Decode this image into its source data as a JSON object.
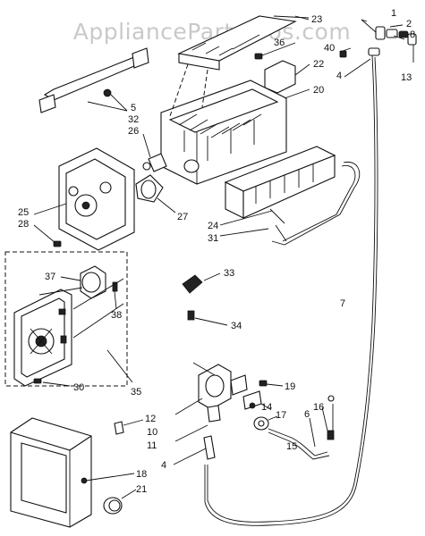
{
  "watermark": "AppliancePartsPros.com",
  "callouts": {
    "c1": "1",
    "c2": "2",
    "c8": "8",
    "c13": "13",
    "c23": "23",
    "c36": "36",
    "c40": "40",
    "c4a": "4",
    "c22": "22",
    "c20": "20",
    "c5": "5",
    "c32": "32",
    "c26": "26",
    "c25": "25",
    "c28": "28",
    "c27": "27",
    "c24": "24",
    "c31": "31",
    "c33": "33",
    "c37": "37",
    "c38": "38",
    "c34": "34",
    "c7": "7",
    "c30": "30",
    "c35": "35",
    "c19": "19",
    "c12": "12",
    "c14": "14",
    "c10": "10",
    "c17": "17",
    "c16": "16",
    "c6": "6",
    "c11": "11",
    "c15": "15",
    "c4b": "4",
    "c18": "18",
    "c21": "21"
  }
}
